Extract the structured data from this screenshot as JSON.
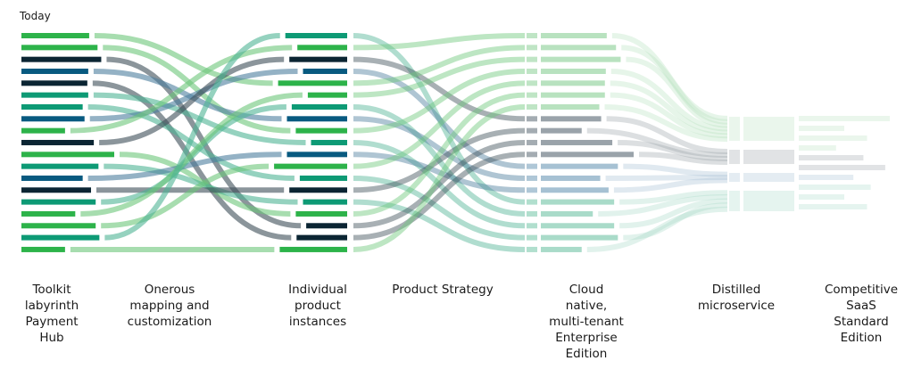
{
  "title": "Today",
  "colors": {
    "green": "#2db34a",
    "navy": "#0b2533",
    "blue": "#085a80",
    "teal": "#0d9a75",
    "flow_green": "#6cc77a",
    "flow_navy": "#3d4f58",
    "flow_blue": "#4d7f9e",
    "flow_teal": "#4fb495",
    "light_green": "#b8e2bf",
    "light_gray": "#9aa3aa",
    "light_blue": "#a6c1d3",
    "light_teal": "#a9dbc9"
  },
  "stages": [
    {
      "label": "Toolkit\nlabyrinth\nPayment\nHub"
    },
    {
      "label": "Onerous\nmapping and\ncustomization"
    },
    {
      "label": "Individual\nproduct\ninstances"
    },
    {
      "label": "Product Strategy"
    },
    {
      "label": "Cloud\nnative,\nmulti-tenant\nEnterprise\nEdition"
    },
    {
      "label": "Distilled\nmicroservice"
    },
    {
      "label": "Competitive\nSaaS\nStandard\nEdition"
    }
  ],
  "columns": {
    "toolkit": [
      "green",
      "green",
      "navy",
      "blue",
      "navy",
      "teal",
      "teal",
      "blue",
      "green",
      "navy",
      "green",
      "teal",
      "blue",
      "navy",
      "teal",
      "green",
      "green",
      "teal",
      "green"
    ],
    "toolkit_lengths": [
      0.73,
      0.82,
      0.86,
      0.72,
      0.71,
      0.72,
      0.66,
      0.68,
      0.47,
      0.78,
      1.0,
      0.83,
      0.66,
      0.75,
      0.8,
      0.58,
      0.8,
      0.84,
      0.47
    ],
    "instances": [
      "teal",
      "green",
      "navy",
      "blue",
      "green",
      "green",
      "teal",
      "blue",
      "green",
      "teal",
      "blue",
      "green",
      "teal",
      "navy",
      "teal",
      "green",
      "navy",
      "navy",
      "green"
    ],
    "instances_lengths": [
      0.77,
      0.62,
      0.72,
      0.55,
      0.86,
      0.49,
      0.69,
      0.75,
      0.64,
      0.45,
      0.75,
      0.91,
      0.59,
      0.72,
      0.55,
      0.64,
      0.51,
      0.63,
      0.84
    ],
    "cloud": [
      "light_green",
      "light_green",
      "light_green",
      "light_green",
      "light_green",
      "light_green",
      "light_green",
      "light_gray",
      "light_gray",
      "light_gray",
      "light_gray",
      "light_blue",
      "light_blue",
      "light_blue",
      "light_teal",
      "light_teal",
      "light_teal",
      "light_teal",
      "light_teal"
    ],
    "cloud_lengths": [
      0.71,
      0.81,
      0.86,
      0.7,
      0.69,
      0.69,
      0.63,
      0.65,
      0.44,
      0.77,
      1.0,
      0.83,
      0.64,
      0.73,
      0.79,
      0.56,
      0.79,
      0.83,
      0.44
    ],
    "distilled": [
      {
        "color": "light_green",
        "share": 7
      },
      {
        "color": "light_gray",
        "share": 4
      },
      {
        "color": "light_blue",
        "share": 3
      },
      {
        "color": "light_teal",
        "share": 5
      }
    ],
    "competitive": [
      {
        "color": "light_green",
        "length": 1.0
      },
      {
        "color": "light_green",
        "length": 0.5
      },
      {
        "color": "light_green",
        "length": 0.75
      },
      {
        "color": "light_green",
        "length": 0.41
      },
      {
        "color": "light_gray",
        "length": 0.71
      },
      {
        "color": "light_gray",
        "length": 0.95
      },
      {
        "color": "light_blue",
        "length": 0.6
      },
      {
        "color": "light_teal",
        "length": 0.79
      },
      {
        "color": "light_teal",
        "length": 0.5
      },
      {
        "color": "light_teal",
        "length": 0.75
      }
    ]
  },
  "flows_toolkit_to_instances": [
    [
      0,
      4
    ],
    [
      1,
      8
    ],
    [
      2,
      16
    ],
    [
      3,
      7
    ],
    [
      4,
      17
    ],
    [
      5,
      9
    ],
    [
      6,
      12
    ],
    [
      7,
      3
    ],
    [
      8,
      1
    ],
    [
      9,
      2
    ],
    [
      10,
      15
    ],
    [
      11,
      14
    ],
    [
      12,
      10
    ],
    [
      13,
      13
    ],
    [
      14,
      6
    ],
    [
      15,
      5
    ],
    [
      16,
      11
    ],
    [
      17,
      0
    ],
    [
      18,
      18
    ]
  ],
  "flows_instances_to_cloud": [
    [
      0,
      14
    ],
    [
      1,
      0
    ],
    [
      2,
      7
    ],
    [
      3,
      11
    ],
    [
      4,
      1
    ],
    [
      5,
      2
    ],
    [
      6,
      15
    ],
    [
      7,
      12
    ],
    [
      8,
      3
    ],
    [
      9,
      16
    ],
    [
      10,
      13
    ],
    [
      11,
      4
    ],
    [
      12,
      17
    ],
    [
      13,
      8
    ],
    [
      14,
      18
    ],
    [
      15,
      5
    ],
    [
      16,
      9
    ],
    [
      17,
      10
    ],
    [
      18,
      6
    ]
  ]
}
